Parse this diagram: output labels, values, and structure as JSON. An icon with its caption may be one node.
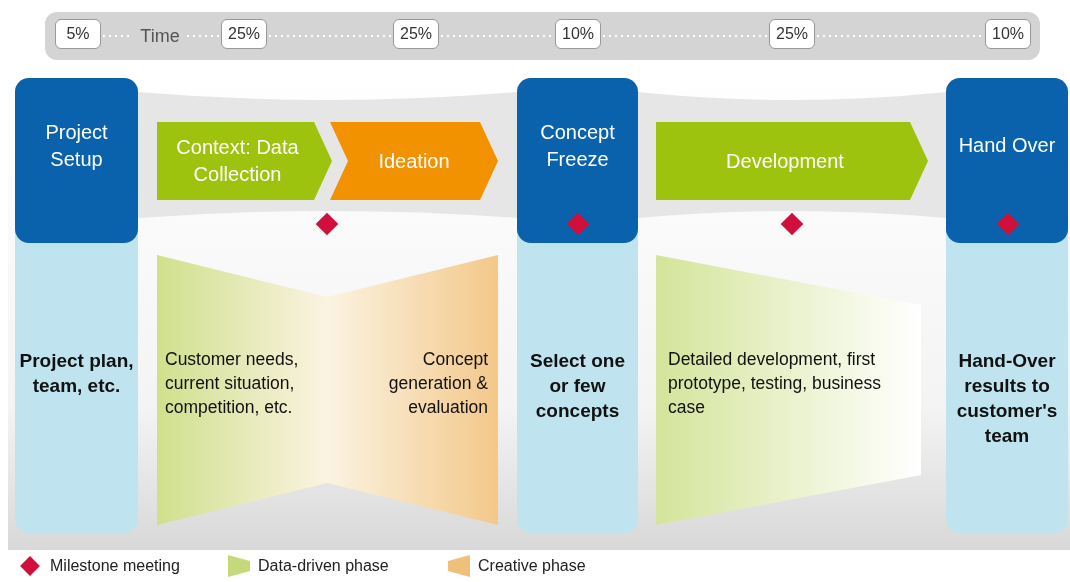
{
  "diagram": {
    "nodes": [
      {
        "text": [
          "Project Setup",
          "Project plan, team, etc."
        ]
      },
      {
        "text": [
          "Context: Data Collection"
        ]
      },
      {
        "text": [
          "Ideation"
        ]
      },
      {
        "text": [
          "Concept Freeze",
          "Select one or few concepts"
        ]
      },
      {
        "text": [
          "Development"
        ]
      },
      {
        "text": [
          "Hand Over",
          "Hand-Over results to customer's team"
        ]
      },
      {
        "text": [
          "Customer needs, current situation, competition, etc."
        ]
      },
      {
        "text": [
          "Concept generation & evaluation"
        ]
      },
      {
        "text": [
          "Detailed development, first prototype, testing, business case"
        ]
      }
    ],
    "labels": [
      "5%",
      "Time",
      "25%",
      "25%",
      "10%",
      "25%",
      "10%"
    ],
    "legend": [
      {
        "text": "Milestone meeting"
      },
      {
        "text": "Data-driven phase"
      },
      {
        "text": "Creative phase"
      }
    ]
  }
}
